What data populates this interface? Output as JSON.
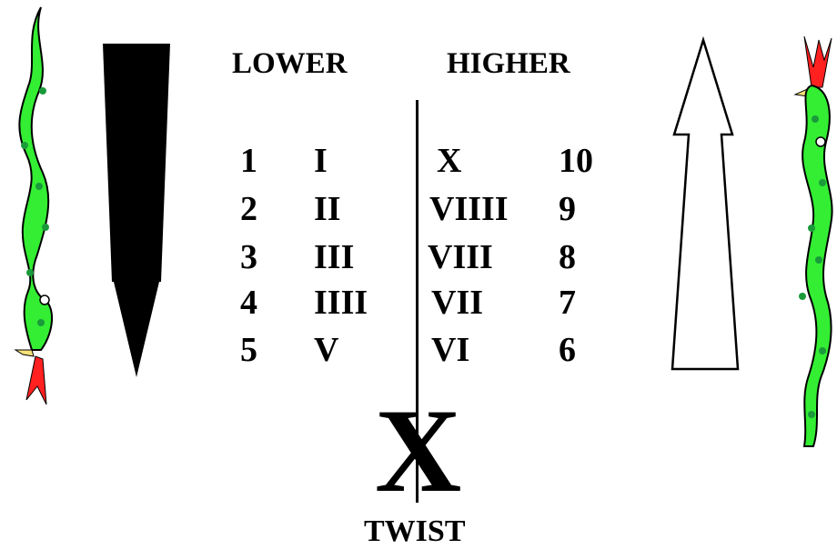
{
  "headers": {
    "lower": "LOWER",
    "higher": "HIGHER"
  },
  "lower_numbers": [
    "1",
    "2",
    "3",
    "4",
    "5"
  ],
  "lower_roman": [
    "I",
    "II",
    "III",
    "IIII",
    "V"
  ],
  "higher_roman": [
    "X",
    "VIIII",
    "VIII",
    "VII",
    "VI"
  ],
  "higher_numbers": [
    "10",
    "9",
    "8",
    "7",
    "6"
  ],
  "twist": {
    "symbol": "X",
    "label": "TWIST"
  },
  "colors": {
    "snake_body": "#33ee33",
    "snake_spots": "#1a9a3a",
    "tongue": "#ff2020",
    "arrow_down": "#000000",
    "arrow_up": "#ffffff"
  },
  "icons": [
    "snake-down-icon",
    "arrow-down-icon",
    "arrow-up-icon",
    "snake-up-icon"
  ]
}
